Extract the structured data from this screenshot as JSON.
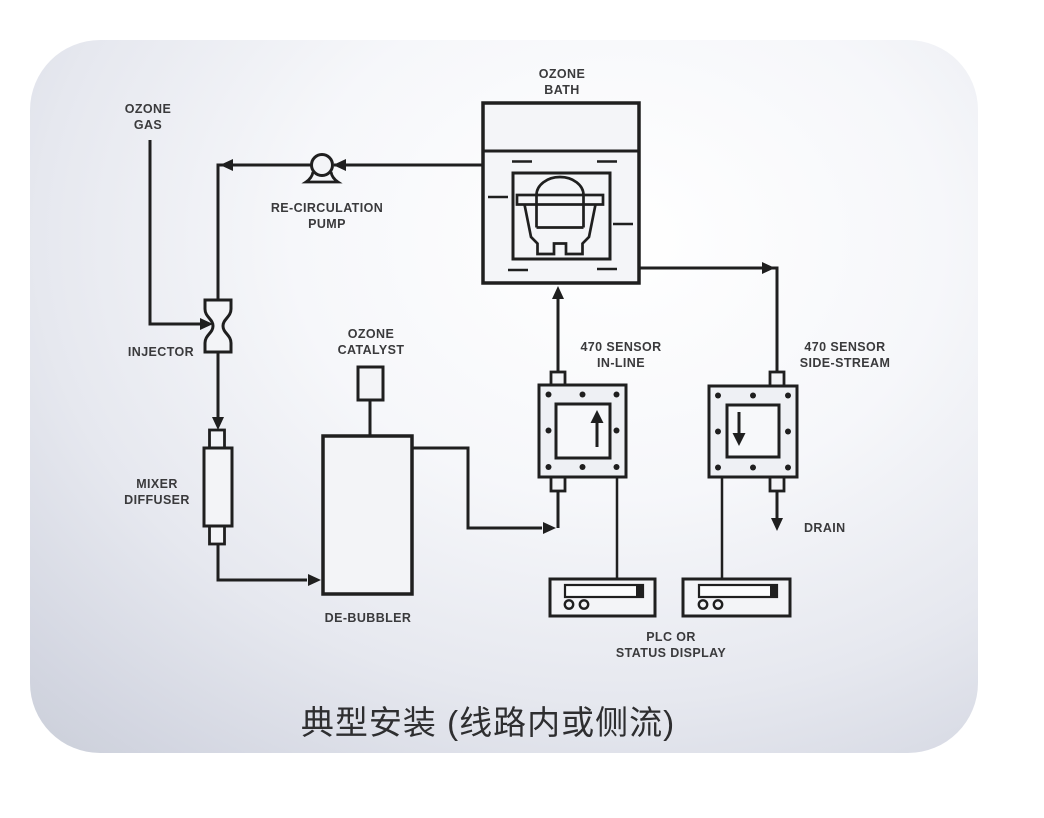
{
  "caption": "典型安装 (线路内或侧流)",
  "colors": {
    "line": "#1f1f1f",
    "label_text": "#3a3a3c",
    "card_edge": "#cdd1db",
    "card_center": "#ffffff",
    "component_fill": "#f3f4f7"
  },
  "diagram": {
    "labels": {
      "ozone_gas": "OZONE\nGAS",
      "recirculation_pump": "RE-CIRCULATION\nPUMP",
      "ozone_bath": "OZONE\nBATH",
      "injector": "INJECTOR",
      "ozone_catalyst": "OZONE\nCATALYST",
      "mixer_diffuser": "MIXER\nDIFFUSER",
      "de_bubbler": "DE-BUBBLER",
      "sensor_inline": "470 SENSOR\nIN-LINE",
      "sensor_sidestream": "470 SENSOR\nSIDE-STREAM",
      "drain": "DRAIN",
      "plc": "PLC OR\nSTATUS DISPLAY"
    }
  }
}
